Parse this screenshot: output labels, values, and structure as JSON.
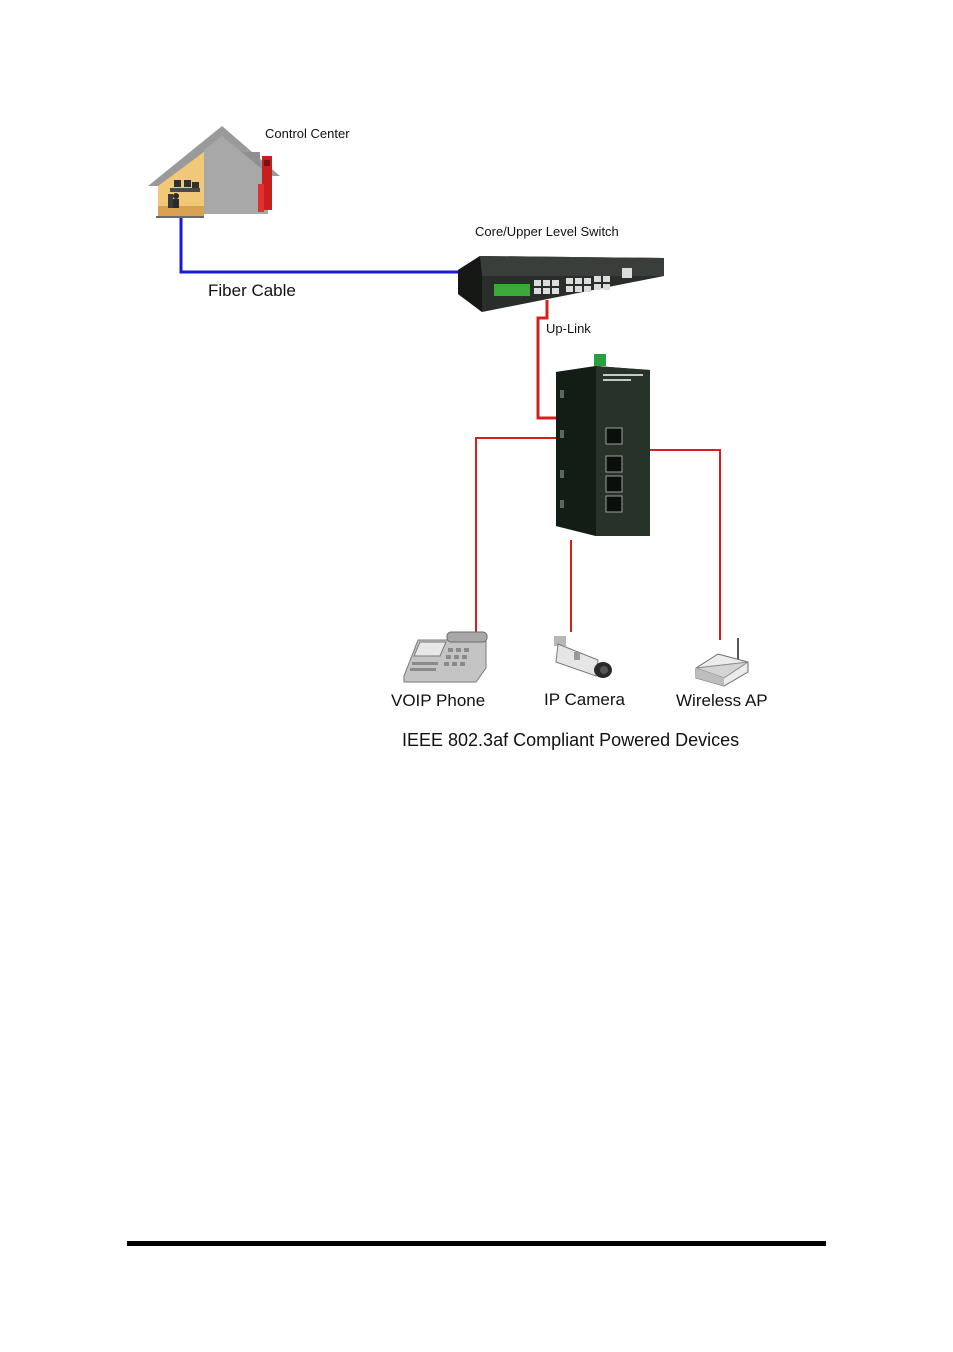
{
  "labels": {
    "control_center": "Control Center",
    "core_switch": "Core/Upper Level Switch",
    "fiber_cable": "Fiber Cable",
    "up_link": "Up-Link",
    "voip_phone": "VOIP Phone",
    "ip_camera": "IP Camera",
    "wireless_ap": "Wireless AP",
    "powered_devices": "IEEE 802.3af Compliant Powered Devices"
  },
  "colors": {
    "fiber_cable": "#1a1ad6",
    "ethernet_cable": "#d42020",
    "switch_body": "#1e2a22",
    "text": "#111111"
  },
  "icons": {
    "building": "house-cutaway-icon",
    "core_switch": "rack-switch-icon",
    "poe_switch": "industrial-switch-icon",
    "phone": "desk-phone-icon",
    "camera": "cctv-camera-icon",
    "access_point": "wireless-router-icon"
  }
}
